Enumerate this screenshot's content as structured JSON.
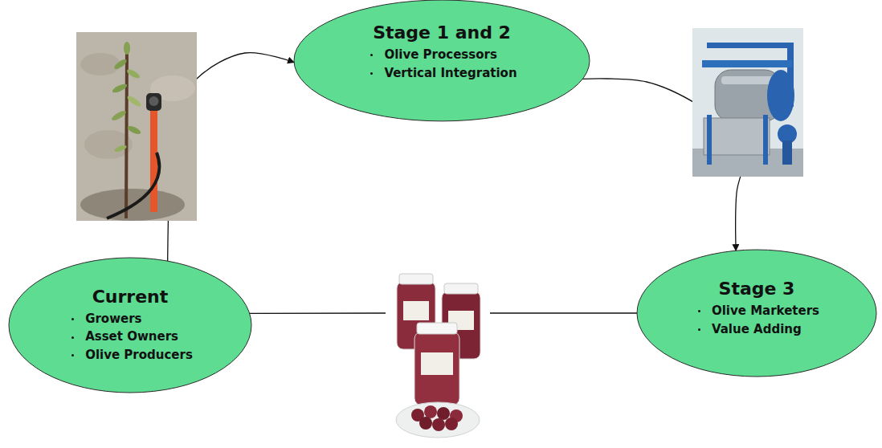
{
  "diagram": {
    "nodes": [
      {
        "text": [
          "Current",
          "Growers",
          "Asset Owners",
          "Olive Producers"
        ]
      },
      {
        "text": [
          "Stage 1 and 2",
          "Olive Processors",
          "Vertical Integration"
        ]
      },
      {
        "text": [
          "Stage 3",
          "Olive Marketers",
          "Value Adding"
        ]
      }
    ],
    "edges": [
      {
        "from": 0,
        "to": 1,
        "arrow": "to"
      },
      {
        "from": 1,
        "to": 2,
        "arrow": "to"
      },
      {
        "from": 2,
        "to": 0,
        "arrow": "none"
      }
    ]
  }
}
